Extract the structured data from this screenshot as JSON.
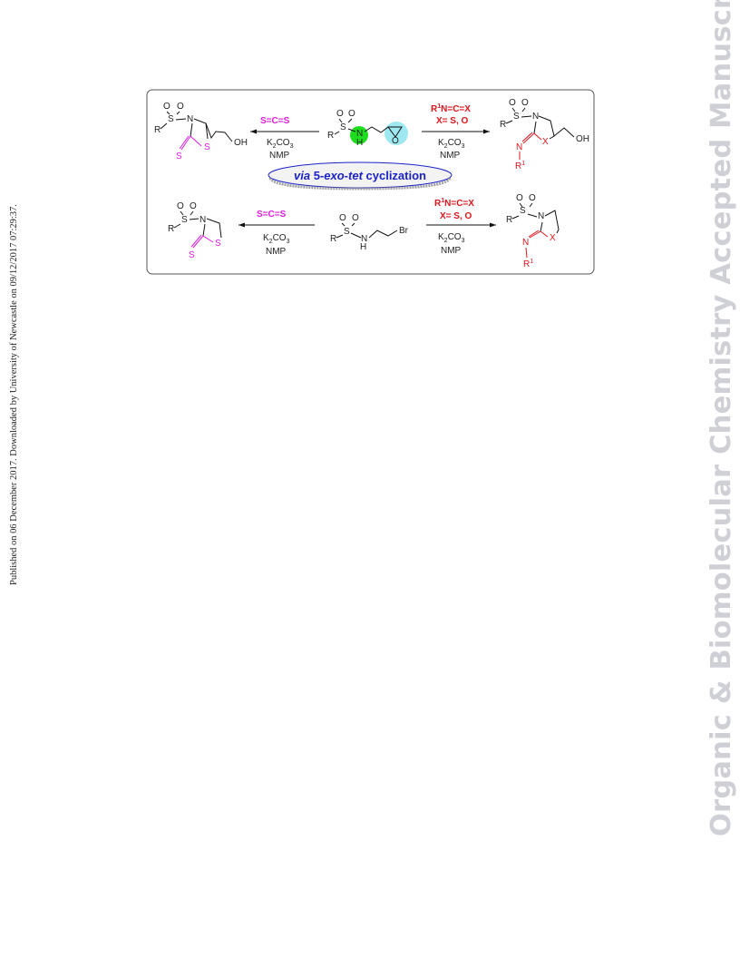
{
  "margin_left_text": "Published on 06 December 2017. Downloaded by University of Newcastle on 09/12/2017 07:29:37.",
  "margin_right_text": "Organic & Biomolecular Chemistry Accepted Manuscript",
  "scheme": {
    "banner": {
      "part1": "via",
      "part2": " 5-",
      "part3": "exo",
      "part4": "-",
      "part5": "tet",
      "part6": " cyclization"
    },
    "top_left_reagent": "S=C=S",
    "bottom_left_reagent": "S=C=S",
    "base": "K",
    "base_sub1": "2",
    "base_mid": "CO",
    "base_sub2": "3",
    "solvent": "NMP",
    "isocyanate_R": "R",
    "isocyanate_sup": "1",
    "isocyanate_rest": "N=C=X",
    "x_def": "X= S, O",
    "atoms": {
      "R": "R",
      "S": "S",
      "O": "O",
      "N": "N",
      "H": "H",
      "OH": "OH",
      "Br": "Br",
      "X": "X",
      "R1": "R",
      "one": "1"
    }
  },
  "colors": {
    "red": "#e0141b",
    "magenta": "#e21ce0",
    "blue": "#1a22c8",
    "green": "#1fdc1f",
    "cyan": "#9ee8f2",
    "watermark": "#cfd0d6"
  }
}
